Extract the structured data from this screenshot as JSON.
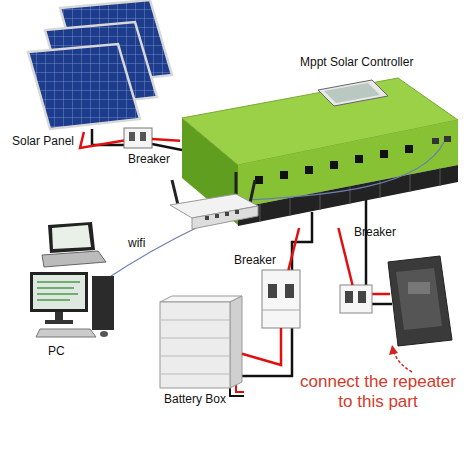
{
  "diagram": {
    "nodes": [
      {
        "text": [
          "Solar Panel"
        ]
      },
      {
        "text": [
          "Mppt Solar Controller"
        ]
      },
      {
        "text": [
          "Breaker"
        ]
      },
      {
        "text": [
          "Breaker"
        ]
      },
      {
        "text": [
          "Breaker"
        ]
      },
      {
        "text": [
          "PC"
        ]
      },
      {
        "text": [
          "Battery Box"
        ]
      }
    ],
    "edges": [
      {
        "from": 0,
        "to": 2,
        "arrow": "none"
      },
      {
        "from": 2,
        "to": 1,
        "arrow": "none"
      },
      {
        "from": 1,
        "to": 4,
        "arrow": "none"
      },
      {
        "from": 4,
        "to": 6,
        "arrow": "none"
      },
      {
        "from": 1,
        "to": 3,
        "arrow": "none"
      }
    ],
    "labels": [
      "wifi",
      "connect the repeater to this part"
    ]
  }
}
